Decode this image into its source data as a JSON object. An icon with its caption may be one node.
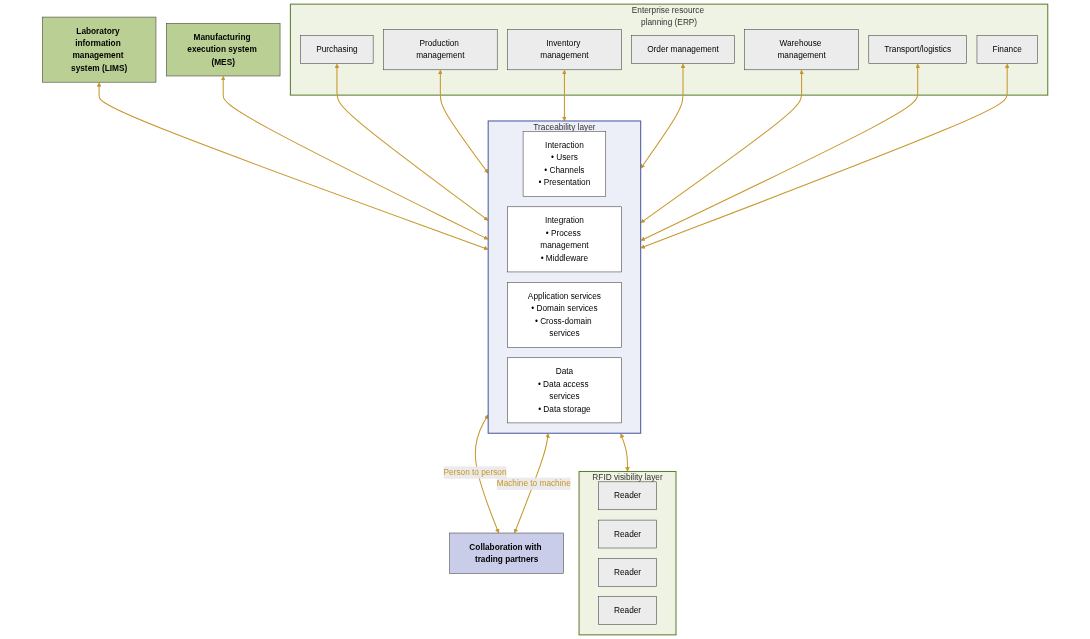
{
  "diagram": {
    "nodes": [
      {
        "text": [
          "Laboratory information management system (LIMS)"
        ]
      },
      {
        "text": [
          "Manufacturing execution system (MES)"
        ]
      },
      {
        "text": [
          "Enterprise resource planning (ERP)"
        ]
      },
      {
        "text": [
          "Purchasing"
        ],
        "in": 2
      },
      {
        "text": [
          "Production management"
        ],
        "in": 2
      },
      {
        "text": [
          "Inventory management"
        ],
        "in": 2
      },
      {
        "text": [
          "Order management"
        ],
        "in": 2
      },
      {
        "text": [
          "Warehouse management"
        ],
        "in": 2
      },
      {
        "text": [
          "Transport/logistics"
        ],
        "in": 2
      },
      {
        "text": [
          "Finance"
        ],
        "in": 2
      },
      {
        "text": [
          "Traceability layer"
        ]
      },
      {
        "text": [
          "Interaction",
          "• Users",
          "• Channels",
          "• Presentation"
        ],
        "in": 10
      },
      {
        "text": [
          "Integration",
          "• Process management",
          "• Middleware"
        ],
        "in": 10
      },
      {
        "text": [
          "Application services",
          "• Domain services",
          "• Cross-domain services"
        ],
        "in": 10
      },
      {
        "text": [
          "Data",
          "• Data access services",
          "• Data storage"
        ],
        "in": 10
      },
      {
        "text": [
          "Collaboration with trading partners"
        ]
      },
      {
        "text": [
          "RFID visibility layer"
        ]
      },
      {
        "text": [
          "Reader"
        ],
        "in": 16
      },
      {
        "text": [
          "Reader"
        ],
        "in": 16
      },
      {
        "text": [
          "Reader"
        ],
        "in": 16
      },
      {
        "text": [
          "Reader"
        ],
        "in": 16
      }
    ],
    "edges": [
      {
        "from": 0,
        "to": 10,
        "arrow": "both"
      },
      {
        "from": 1,
        "to": 10,
        "arrow": "both"
      },
      {
        "from": 3,
        "to": 10,
        "arrow": "both"
      },
      {
        "from": 4,
        "to": 10,
        "arrow": "both"
      },
      {
        "from": 5,
        "to": 10,
        "arrow": "both"
      },
      {
        "from": 6,
        "to": 10,
        "arrow": "both"
      },
      {
        "from": 7,
        "to": 10,
        "arrow": "both"
      },
      {
        "from": 8,
        "to": 10,
        "arrow": "both"
      },
      {
        "from": 9,
        "to": 10,
        "arrow": "both"
      },
      {
        "from": 10,
        "to": 15,
        "arrow": "both",
        "label": "Person to person"
      },
      {
        "from": 10,
        "to": 15,
        "arrow": "both",
        "label": "Machine to machine"
      },
      {
        "from": 10,
        "to": 16,
        "arrow": "both"
      }
    ]
  }
}
